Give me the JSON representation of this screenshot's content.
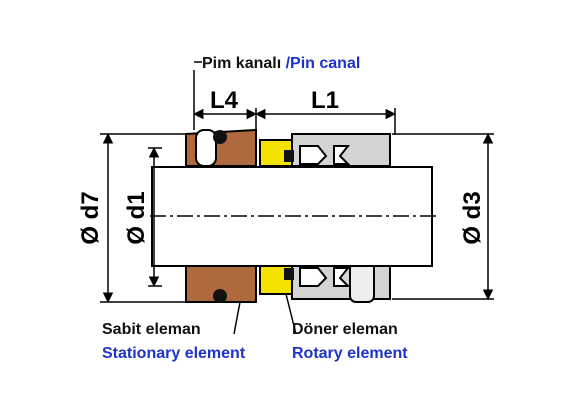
{
  "labels": {
    "pin_canal_tr": "Pim kanalı ",
    "pin_canal_en": "/Pin canal",
    "stationary_tr": "Sabit eleman",
    "stationary_en": "Stationary element",
    "rotary_tr": "Döner eleman",
    "rotary_en": "Rotary element"
  },
  "dimensions": {
    "L4": "L4",
    "L1": "L1",
    "d7": "Ø d7",
    "d1": "Ø d1",
    "d3": "Ø d3"
  },
  "colors": {
    "stationary_seat": "#b0693e",
    "rotary_face": "#f5e200",
    "housing": "#d4d4d4",
    "shaft": "#ffffff",
    "label_en": "#1d33c9",
    "label_tr": "#111111"
  }
}
